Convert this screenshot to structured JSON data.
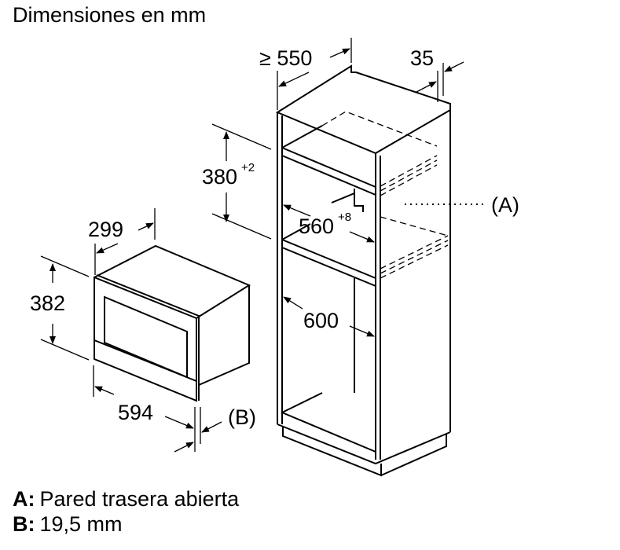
{
  "title": "Dimensiones en mm",
  "dimensions": {
    "niche_depth": "≥ 550",
    "rear_gap": "35",
    "niche_height": "380",
    "niche_height_tol": "+2",
    "niche_width": "560",
    "niche_width_tol": "+8",
    "cabinet_depth": "600",
    "appliance_depth": "299",
    "appliance_height": "382",
    "appliance_width": "594",
    "label_a": "(A)",
    "label_b": "(B)"
  },
  "legend": [
    {
      "key": "A:",
      "text": "Pared trasera abierta"
    },
    {
      "key": "B:",
      "text": "19,5 mm"
    }
  ]
}
